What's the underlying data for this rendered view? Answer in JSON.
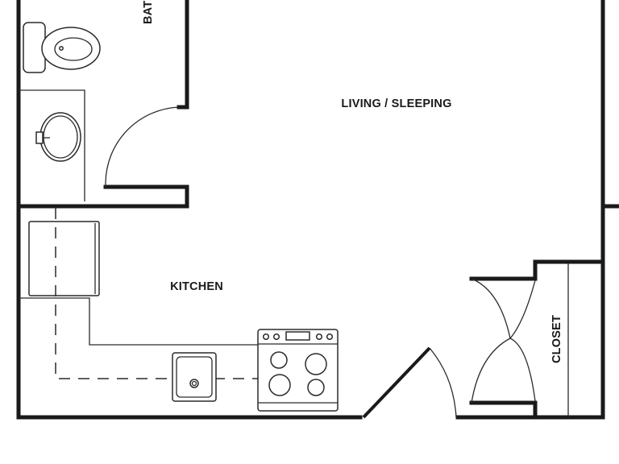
{
  "rooms": {
    "bath": "BATH",
    "living": "LIVING / SLEEPING",
    "kitchen": "KITCHEN",
    "closet": "CLOSET"
  },
  "colors": {
    "wall": "#1a1a1a",
    "line": "#2a2a2a",
    "background": "#ffffff"
  }
}
